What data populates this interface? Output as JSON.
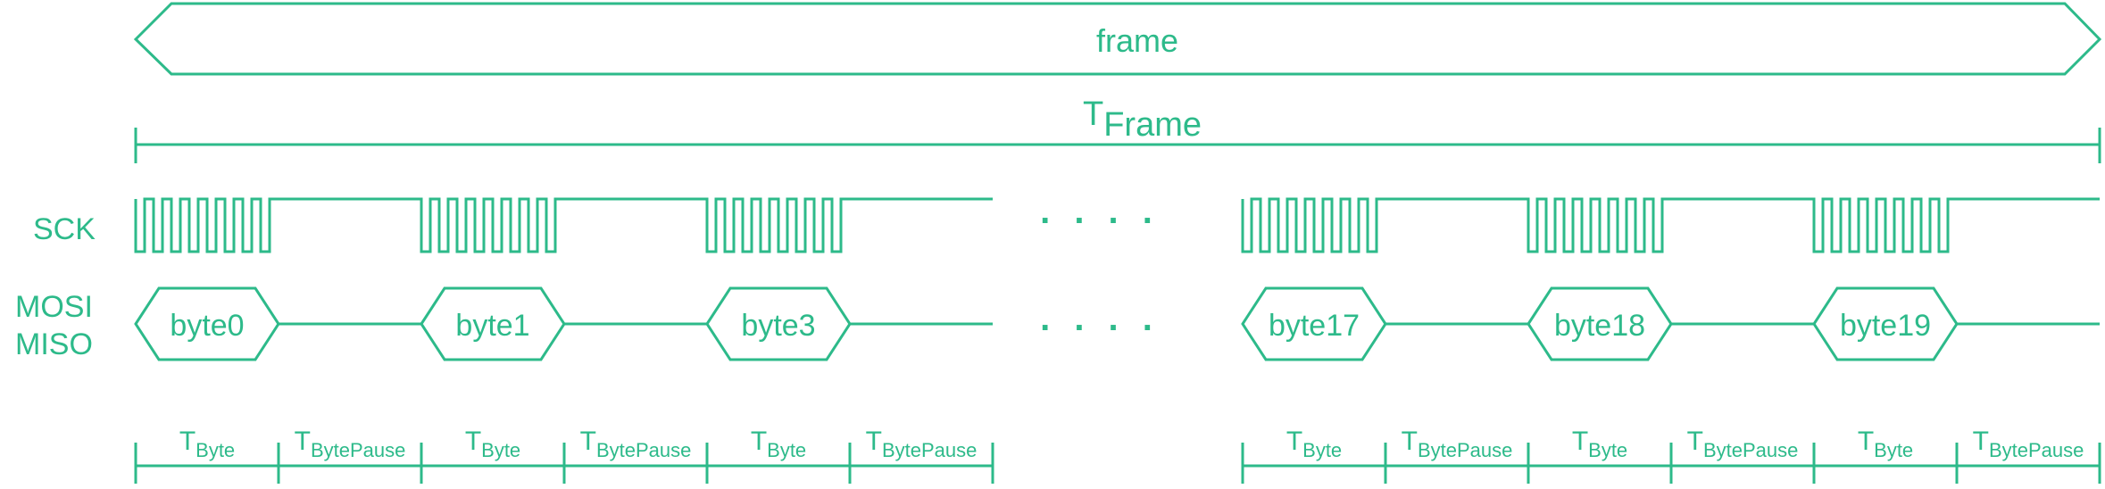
{
  "frame": {
    "label": "frame",
    "period_main": "T",
    "period_sub": "Frame"
  },
  "signals": {
    "sck": "SCK",
    "mosi": "MOSI",
    "miso": "MISO"
  },
  "bytes": [
    "byte0",
    "byte1",
    "byte3",
    "byte17",
    "byte18",
    "byte19"
  ],
  "ellipsis": ". . . .",
  "timing": [
    {
      "main": "T",
      "sub": "Byte"
    },
    {
      "main": "T",
      "sub": "BytePause"
    },
    {
      "main": "T",
      "sub": "Byte"
    },
    {
      "main": "T",
      "sub": "BytePause"
    },
    {
      "main": "T",
      "sub": "Byte"
    },
    {
      "main": "T",
      "sub": "BytePause"
    },
    {
      "main": "T",
      "sub": "Byte"
    },
    {
      "main": "T",
      "sub": "BytePause"
    },
    {
      "main": "T",
      "sub": "Byte"
    },
    {
      "main": "T",
      "sub": "BytePause"
    },
    {
      "main": "T",
      "sub": "Byte"
    },
    {
      "main": "T",
      "sub": "BytePause"
    }
  ],
  "colors": {
    "line": "#2dba8a",
    "background": "#ffffff"
  }
}
